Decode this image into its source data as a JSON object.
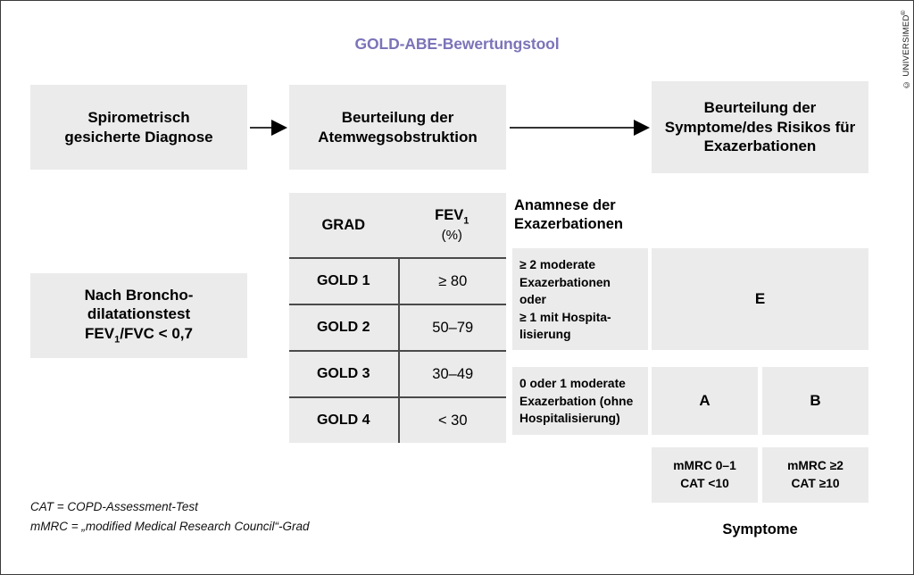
{
  "title": "GOLD-ABE-Bewertungstool",
  "colors": {
    "title_purple": "#7b74b8",
    "box_gray": "#ebebeb",
    "rule_gray": "#4a4a4a",
    "frame": "#3b3b3b",
    "background": "#ffffff"
  },
  "flow": {
    "step_1": "Spirometrisch\ngesicherte Diagnose",
    "step_1_line1": "Spirometrisch",
    "step_1_line2": "gesicherte Diagnose",
    "step_2_line1": "Beurteilung der",
    "step_2_line2": "Atemwegsobstruktion",
    "step_3_line1": "Beurteilung der",
    "step_3_line2": "Symptome/des Risikos für",
    "step_3_line3": "Exazerbationen",
    "arrow_1": "arrow-right",
    "arrow_2": "arrow-right"
  },
  "broncho": {
    "line1": "Nach Broncho-",
    "line2": "dilatationstest",
    "line3_prefix": "FEV",
    "line3_sub": "1",
    "line3_suffix": "/FVC < 0,7"
  },
  "gold_table": {
    "headers": {
      "grad": "GRAD",
      "fev_prefix": "FEV",
      "fev_sub": "1",
      "fev_unit": "(%)"
    },
    "rows": [
      {
        "grade": "GOLD 1",
        "fev": "≥ 80"
      },
      {
        "grade": "GOLD 2",
        "fev": "50–79"
      },
      {
        "grade": "GOLD 3",
        "fev": "30–49"
      },
      {
        "grade": "GOLD 4",
        "fev": "< 30"
      }
    ]
  },
  "anamnese": {
    "title_line1": "Anamnese der",
    "title_line2": "Exazerbationen",
    "high_risk_line1": "≥ 2 moderate",
    "high_risk_line2": "Exazerbationen",
    "high_risk_line3": "oder",
    "high_risk_line4": "≥ 1 mit Hospita-",
    "high_risk_line5": "lisierung",
    "low_risk_line1": "0 oder 1 moderate",
    "low_risk_line2": "Exazerbation (ohne",
    "low_risk_line3": "Hospitalisierung)"
  },
  "abe": {
    "group_e": "E",
    "group_a": "A",
    "group_b": "B",
    "symptoms_a_line1": "mMRC 0–1",
    "symptoms_a_line2": "CAT <10",
    "symptoms_b_line1": "mMRC ≥2",
    "symptoms_b_line2": "CAT ≥10",
    "axis_label": "Symptome"
  },
  "footnotes": {
    "line1": "CAT = COPD-Assessment-Test",
    "line2": "mMRC = „modified Medical Research Council“-Grad"
  },
  "copyright": {
    "text": "© UNIVERSIMED",
    "registered": "®"
  }
}
